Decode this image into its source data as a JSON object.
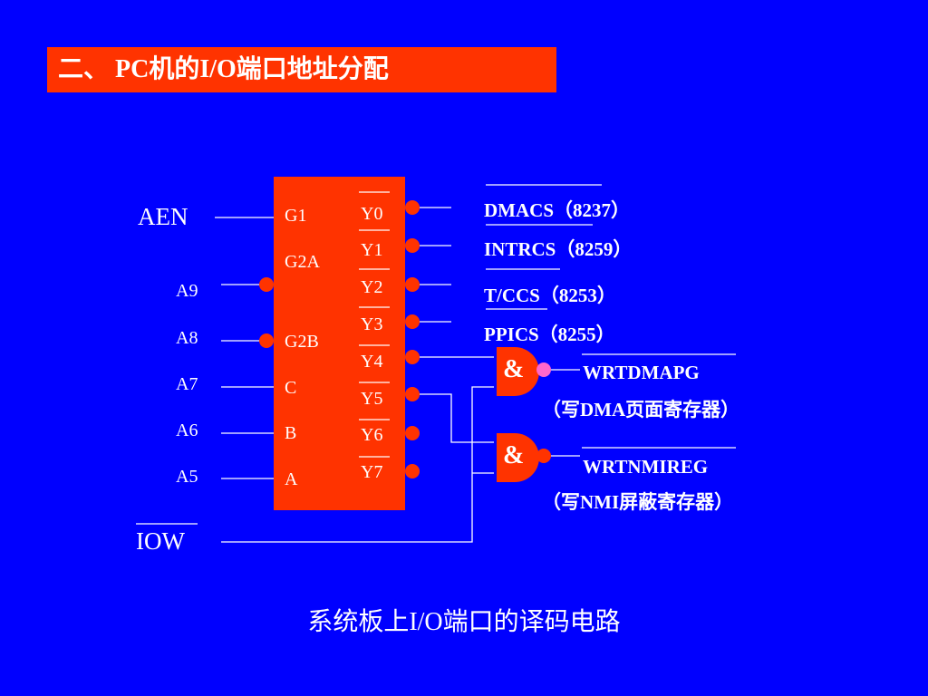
{
  "slide": {
    "title": "二、 PC机的I/O端口地址分配",
    "caption": "系统板上I/O端口的译码电路"
  },
  "decoder": {
    "inputs": [
      "G1",
      "G2A",
      "G2B",
      "C",
      "B",
      "A"
    ],
    "outputs": [
      "Y0",
      "Y1",
      "Y2",
      "Y3",
      "Y4",
      "Y5",
      "Y6",
      "Y7"
    ]
  },
  "signals": {
    "aen": "AEN",
    "a9": "A9",
    "a8": "A8",
    "a7": "A7",
    "a6": "A6",
    "a5": "A5",
    "iow": "IOW"
  },
  "chip_selects": [
    "DMACS（8237）",
    "INTRCS（8259）",
    "T/CCS（8253）",
    "PPICS（8255）"
  ],
  "gates": [
    {
      "symbol": "&",
      "output": "WRTDMAPG",
      "note": "（写DMA页面寄存器）"
    },
    {
      "symbol": "&",
      "output": "WRTNMIREG",
      "note": "（写NMI屏蔽寄存器）"
    }
  ],
  "colors": {
    "background": "#0000ff",
    "chip": "#ff3300",
    "title_bg": "#ff3300",
    "bubble": "#ff3300",
    "bubble_pink": "#ff66cc",
    "wire": "#ffffff"
  }
}
